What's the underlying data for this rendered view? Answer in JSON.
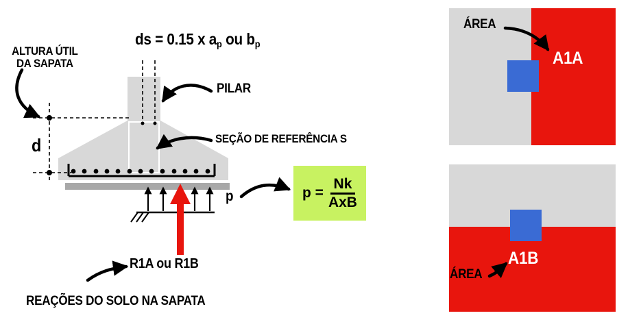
{
  "colors": {
    "black": "#000000",
    "gray": "#d8d8d8",
    "darkgray": "#a8a8a8",
    "red": "#e8150d",
    "blue": "#3a6bd4",
    "green": "#c8f261"
  },
  "left": {
    "altura_line1": "ALTURA ÚTIL",
    "altura_line2": "DA SAPATA",
    "ds_part1": "ds = 0.15 x a",
    "ds_sub1": "p",
    "ds_part2": " ou b",
    "ds_sub2": "p",
    "pilar": "PILAR",
    "secao": "SEÇÃO DE REFERÊNCIA S",
    "d": "d",
    "p": "p",
    "formula_lhs": "p =",
    "formula_num": "Nk",
    "formula_den": "AxB",
    "r1": "R1A ou R1B",
    "reacoes": "REAÇÕES DO SOLO NA SAPATA"
  },
  "right": {
    "top": {
      "area": "ÁREA",
      "zone": "A1A"
    },
    "bottom": {
      "area": "ÁREA",
      "zone": "A1B"
    }
  }
}
